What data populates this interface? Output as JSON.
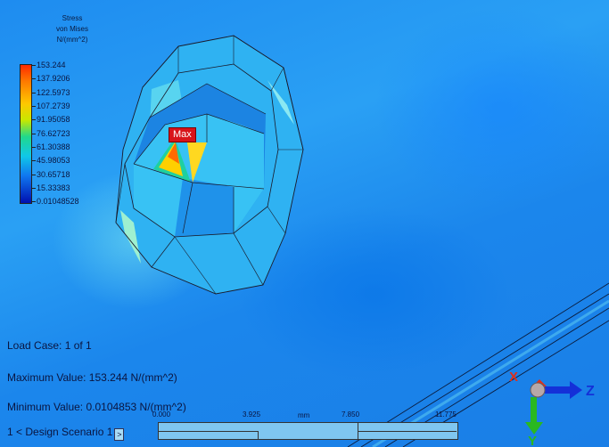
{
  "legend": {
    "title_lines": [
      "Stress",
      "von Mises",
      "N/(mm^2)"
    ],
    "values": [
      "153.244",
      "137.9206",
      "122.5973",
      "107.2739",
      "91.95058",
      "76.62723",
      "61.30388",
      "45.98053",
      "30.65718",
      "15.33383",
      "0.01048528"
    ]
  },
  "marker": {
    "max_label": "Max"
  },
  "info": {
    "load_case": "Load Case:  1 of 1",
    "maximum": "Maximum Value: 153.244 N/(mm^2)",
    "minimum": "Minimum Value: 0.0104853 N/(mm^2)"
  },
  "scale": {
    "labels": [
      "0.000",
      "3.925",
      "7.850",
      "11.775"
    ],
    "unit": "mm"
  },
  "scenario": {
    "label": "1 < Design Scenario 1",
    "arrow": ">"
  },
  "triad": {
    "x": "X",
    "y": "Y",
    "z": "Z"
  },
  "colors": {
    "max_badge": "#d8141a",
    "x_axis": "#e0301a",
    "y_axis": "#2ab820",
    "z_axis": "#1430d8",
    "background": "#1e8cf0"
  }
}
